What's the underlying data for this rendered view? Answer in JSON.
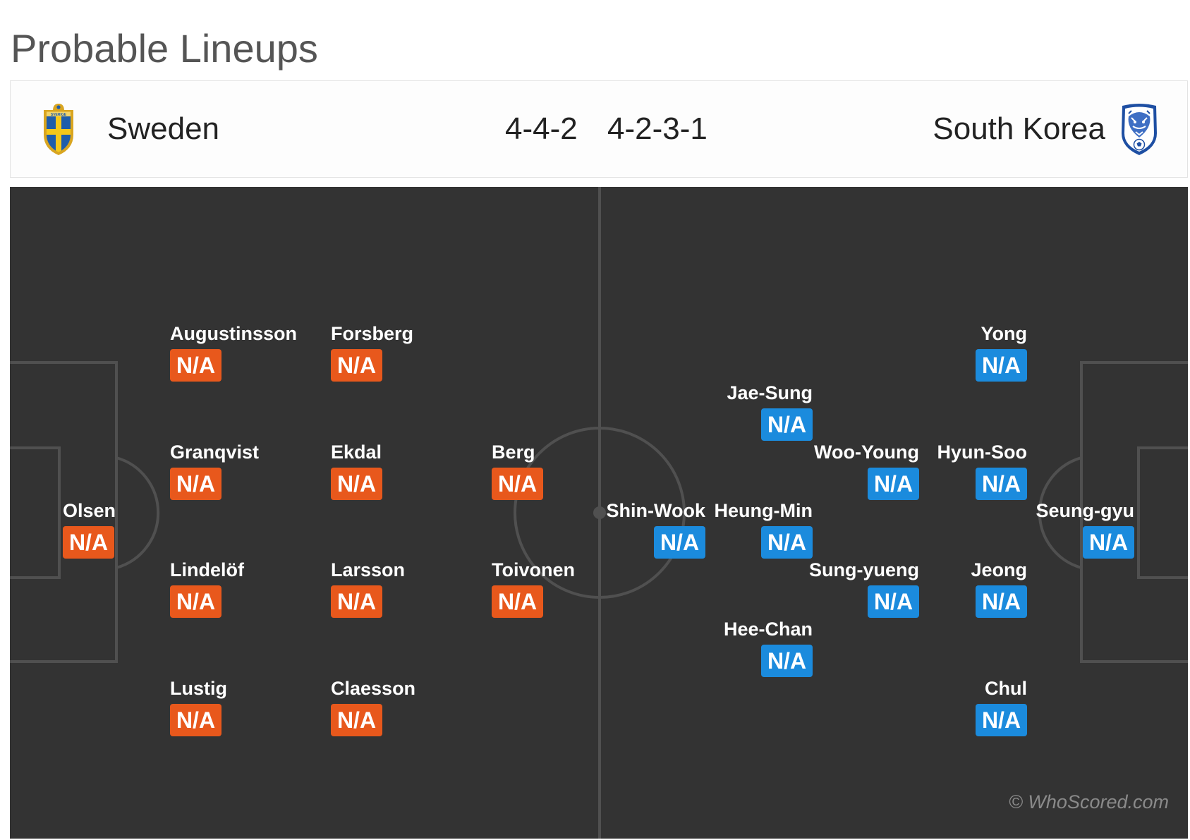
{
  "page_title": "Probable Lineups",
  "header": {
    "home_team": {
      "name": "Sweden",
      "formation": "4-4-2",
      "crest_icon": "sweden-crest-icon",
      "crest_text": "SVERIGE"
    },
    "away_team": {
      "name": "South Korea",
      "formation": "4-2-3-1",
      "crest_icon": "south-korea-crest-icon"
    }
  },
  "pitch": {
    "home_players": [
      {
        "name": "Olsen",
        "rating": "N/A"
      },
      {
        "name": "Augustinsson",
        "rating": "N/A"
      },
      {
        "name": "Granqvist",
        "rating": "N/A"
      },
      {
        "name": "Lindelöf",
        "rating": "N/A"
      },
      {
        "name": "Lustig",
        "rating": "N/A"
      },
      {
        "name": "Forsberg",
        "rating": "N/A"
      },
      {
        "name": "Ekdal",
        "rating": "N/A"
      },
      {
        "name": "Larsson",
        "rating": "N/A"
      },
      {
        "name": "Claesson",
        "rating": "N/A"
      },
      {
        "name": "Berg",
        "rating": "N/A"
      },
      {
        "name": "Toivonen",
        "rating": "N/A"
      }
    ],
    "away_players": [
      {
        "name": "Seung-gyu",
        "rating": "N/A"
      },
      {
        "name": "Yong",
        "rating": "N/A"
      },
      {
        "name": "Hyun-Soo",
        "rating": "N/A"
      },
      {
        "name": "Jeong",
        "rating": "N/A"
      },
      {
        "name": "Chul",
        "rating": "N/A"
      },
      {
        "name": "Woo-Young",
        "rating": "N/A"
      },
      {
        "name": "Sung-yueng",
        "rating": "N/A"
      },
      {
        "name": "Jae-Sung",
        "rating": "N/A"
      },
      {
        "name": "Heung-Min",
        "rating": "N/A"
      },
      {
        "name": "Hee-Chan",
        "rating": "N/A"
      },
      {
        "name": "Shin-Wook",
        "rating": "N/A"
      }
    ],
    "watermark": "© WhoScored.com"
  },
  "colors": {
    "home_rating_badge": "#e8581c",
    "away_rating_badge": "#1b8bdd",
    "pitch_background": "#333333",
    "pitch_lines": "#505050",
    "title_text": "#555555",
    "header_text": "#222222",
    "watermark_text": "#8a8a8a"
  }
}
